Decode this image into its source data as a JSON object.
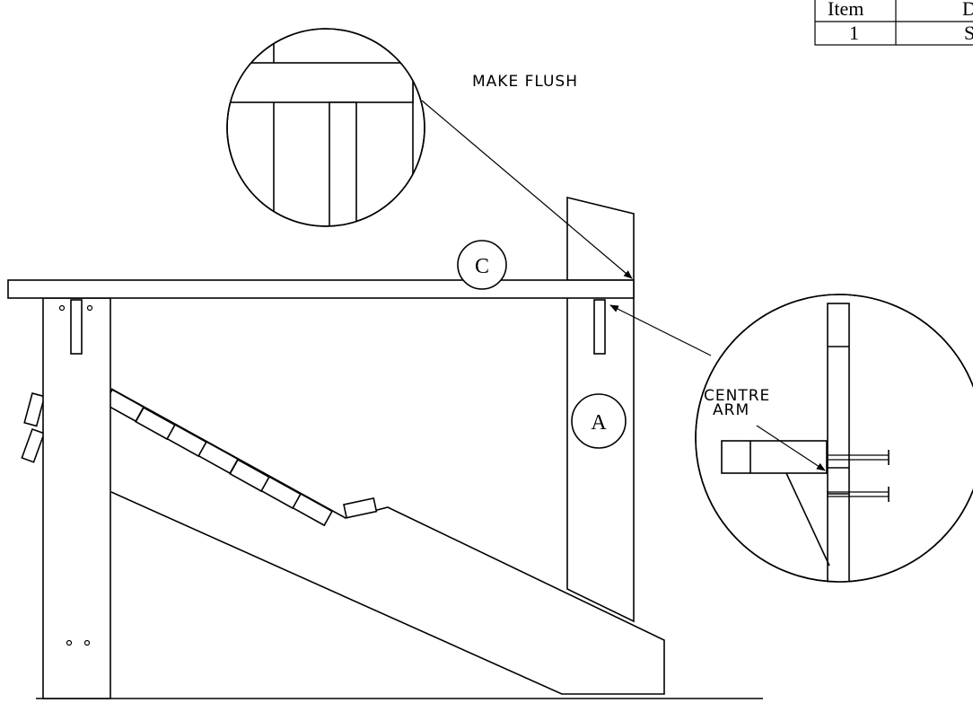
{
  "annotations": {
    "make_flush": "MAKE FLUSH",
    "centre_arm_line1": "CENTRE",
    "centre_arm_line2": "ARM"
  },
  "part_labels": {
    "a": "A",
    "c": "C"
  },
  "table": {
    "header_item": "Item",
    "header_desc_partial": "D",
    "row1_item": "1",
    "row1_desc_partial": "S"
  }
}
